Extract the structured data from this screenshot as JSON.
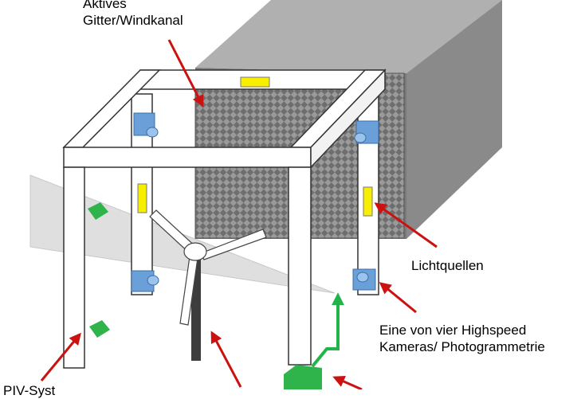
{
  "labels": {
    "wind_tunnel_line1": "Aktives",
    "wind_tunnel_line2": "Gitter/Windkanal",
    "light_sources": "Lichtquellen",
    "cameras_line1": "Eine von vier Highspeed",
    "cameras_line2": "Kameras/ Photogrammetrie",
    "piv_partial": "PIV-Syst"
  },
  "colors": {
    "wind_tunnel_top": "#b5b5b5",
    "wind_tunnel_side": "#8f8f8f",
    "grid_dark": "#707070",
    "grid_light": "#9a9a9a",
    "frame": "#ffffff",
    "light_source": "#f7ee00",
    "camera": "#6a9fd8",
    "laser_sheet": "#d8d8d8",
    "piv_green": "#2fb34b",
    "arrow_green": "#22b34a",
    "arrow_red": "#cc1111",
    "turbine_tower": "#3d3d3d"
  }
}
